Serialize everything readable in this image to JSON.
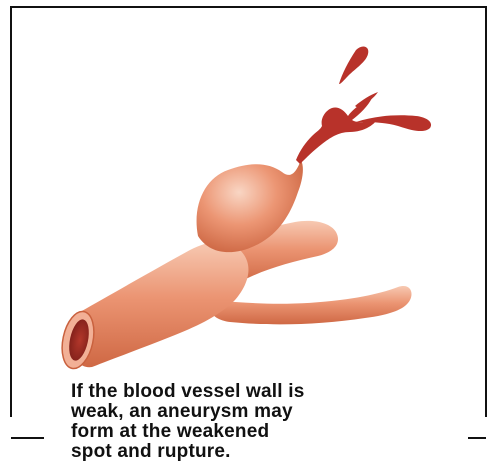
{
  "caption": {
    "lines": [
      "If the blood vessel wall is",
      "weak, an aneurysm may",
      "form at the weakened",
      "spot and rupture."
    ]
  },
  "colors": {
    "vessel": "#e88a66",
    "vessel_shadow": "#c9613e",
    "vessel_highlight": "#f6c4ac",
    "lumen": "#9b2a22",
    "blood": "#b8322a",
    "frame": "#111111"
  }
}
